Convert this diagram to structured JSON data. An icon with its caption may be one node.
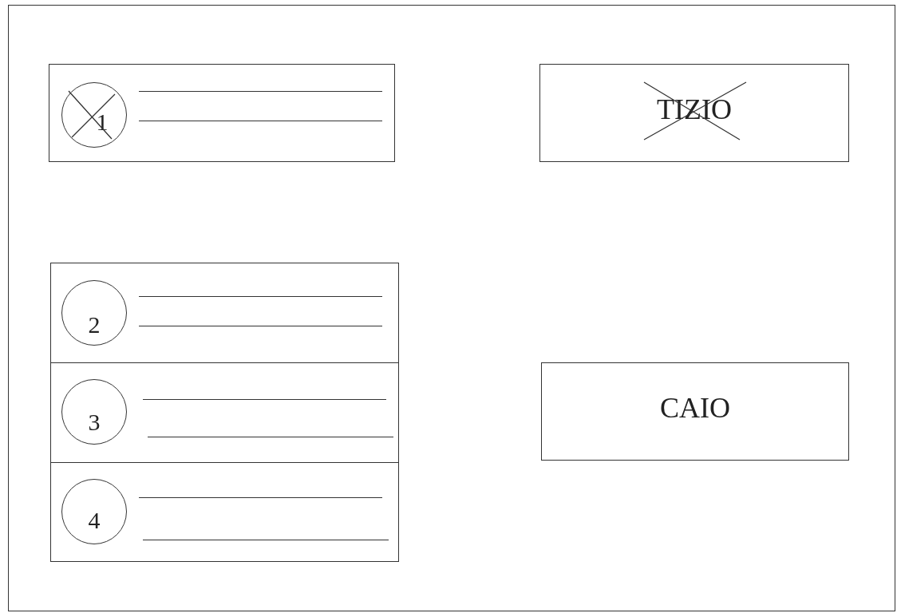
{
  "diagram": {
    "nodes": [
      {
        "text": [],
        "shape": "box"
      },
      {
        "text": [],
        "shape": "box",
        "in": 0
      },
      {
        "text": [
          "1"
        ],
        "in": 1
      },
      {
        "text": [
          "TIZIO"
        ],
        "in": 0
      },
      {
        "text": [],
        "shape": "box",
        "in": 0
      },
      {
        "text": [
          "2"
        ],
        "in": 4
      },
      {
        "text": [],
        "shape": "box",
        "in": 0
      },
      {
        "text": [
          "3"
        ],
        "in": 6
      },
      {
        "text": [],
        "shape": "box",
        "in": 0
      },
      {
        "text": [
          "4"
        ],
        "in": 8
      },
      {
        "text": [
          "CAIO"
        ],
        "in": 0
      }
    ]
  }
}
